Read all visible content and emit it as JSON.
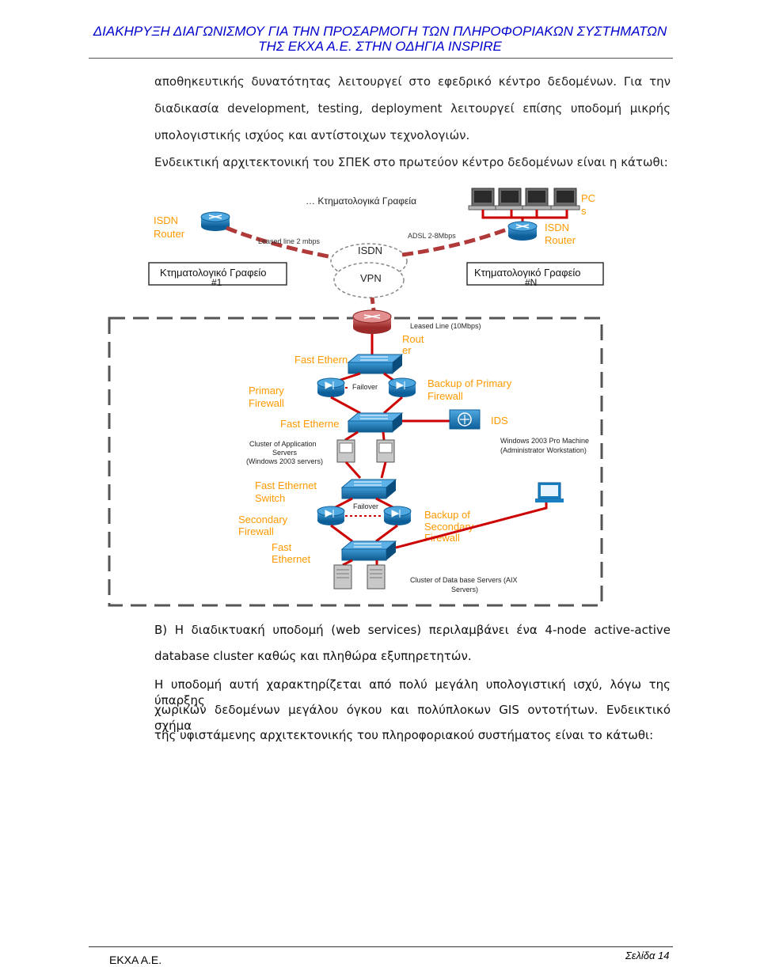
{
  "header": {
    "line1": "ΔΙΑΚΗΡΥΞΗ ΔΙΑΓΩΝΙΣΜΟΥ ΓΙΑ ΤΗΝ ΠΡΟΣΑΡΜΟΓΗ ΤΩΝ ΠΛΗΡΟΦΟΡΙΑΚΩΝ ΣΥΣΤΗΜΑΤΩΝ",
    "line2": "ΤΗΣ ΕΚΧΑ Α.Ε. ΣΤΗΝ ΟΔΗΓΙΑ INSPIRE"
  },
  "intro": {
    "line1": "αποθηκευτικής δυνατότητας λειτουργεί στο εφεδρικό κέντρο δεδομένων. Για την",
    "line2": "διαδικασία development, testing, deployment λειτουργεί επίσης υποδομή μικρής",
    "line3": "υπολογιστικής ισχύος και αντίστοιχων τεχνολογιών.",
    "line4": "Ενδεικτική αρχιτεκτονική του ΣΠΕΚ στο πρωτεύον κέντρο δεδομένων είναι η κάτωθι:"
  },
  "diagram": {
    "isdn_router_left": "ISDN Router",
    "kt_offices": "… Κτηματολογικά Γραφεία",
    "pcs": "PC s",
    "leased_line_2": "Leased line 2 mbps",
    "isdn": "ISDN",
    "adsl": "ADSL 2-8Mbps",
    "isdn_router_right": "ISDN Router",
    "office_1": "Κτηματολογικό Γραφείο #1",
    "vpn": "VPN",
    "office_n": "Κτηματολογικό Γραφείο #N",
    "leased_line_10": "Leased Line (10Mbps)",
    "router": "Rout er",
    "fast_ethernet_1": "Fast Ethern",
    "primary_firewall": "Primary Firewall",
    "failover_1": "Failover",
    "backup_primary": "Backup of Primary Firewall",
    "fast_ethernet_2": "Fast Etherne",
    "ids": "IDS",
    "cluster_app": "Cluster of Application Servers (Windows 2003 servers)",
    "win2003": "Windows 2003 Pro Machine (Administrator Workstation)",
    "fast_ethernet_switch": "Fast Ethernet Switch",
    "failover_2": "Failover",
    "secondary_firewall": "Secondary Firewall",
    "backup_secondary": "Backup of Secondary Firewall",
    "fast_ethernet_3": "Fast Ethernet",
    "cluster_db": "Cluster of Data base Servers (AIX Servers)",
    "colors": {
      "orange": "#ff9900",
      "red": "#cc0000",
      "device_blue": "#1a7fc1"
    }
  },
  "body": {
    "b_line1": "B) Η διαδικτυακή υποδομή (web services) περιλαμβάνει ένα 4-node active-active",
    "b_line2": "database cluster καθώς και πληθώρα εξυπηρετητών.",
    "p_line1": "Η υποδομή αυτή χαρακτηρίζεται από πολύ μεγάλη υπολογιστική ισχύ, λόγω της ύπαρξης",
    "p_line2": "χωρικών δεδομένων μεγάλου όγκου και πολύπλοκων GIS οντοτήτων. Ενδεικτικό σχήμα",
    "p_line3": "της υφιστάμενης αρχιτεκτονικής του πληροφοριακού συστήματος είναι το κάτωθι:"
  },
  "footer": {
    "left": "ΕΚΧΑ Α.Ε.",
    "right": "Σελίδα 14"
  }
}
